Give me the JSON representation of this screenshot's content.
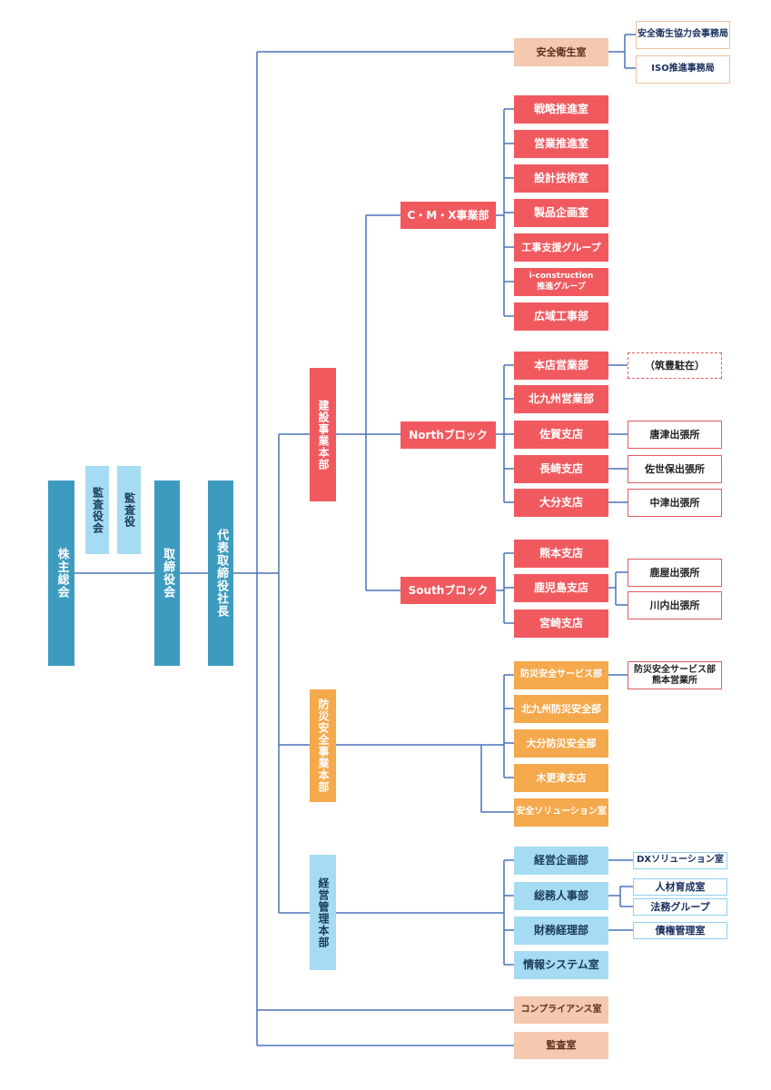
{
  "org": {
    "kabunushi": "株主総会",
    "kansayakukai": "監査役会",
    "kansayaku": "監査役",
    "torishimariyakukai": "取締役会",
    "shacho": "代表取締役社長",
    "anzen_eisei": "安全衛生室",
    "anzen_kyoryoku": "安全衛生協力会事務局",
    "iso": "ISO推進事務局",
    "kensetsu": "建設事業本部",
    "cmx": "C・M・X事業部",
    "cmx_children": [
      "戦略推進室",
      "営業推進室",
      "設計技術室",
      "製品企画室",
      "工事支援グループ",
      "i-construction",
      "推進グループ",
      "広域工事部"
    ],
    "north": "Northブロック",
    "north_children": [
      "本店営業部",
      "北九州営業部",
      "佐賀支店",
      "長崎支店",
      "大分支店"
    ],
    "north_subs": [
      "（筑豊駐在）",
      "唐津出張所",
      "佐世保出張所",
      "中津出張所"
    ],
    "south": "Southブロック",
    "south_children": [
      "熊本支店",
      "鹿児島支店",
      "宮崎支店"
    ],
    "south_subs": [
      "鹿屋出張所",
      "川内出張所"
    ],
    "bousai": "防災安全事業本部",
    "bousai_children": [
      "防災安全サービス部",
      "北九州防災安全部",
      "大分防災安全部",
      "木更津支店",
      "安全ソリューション室"
    ],
    "bousai_sub": [
      "防災安全サービス部",
      "熊本営業所"
    ],
    "keiei": "経営管理本部",
    "keiei_children": [
      "経営企画部",
      "総務人事部",
      "財務経理部",
      "情報システム室"
    ],
    "keiei_subs": [
      "DXソリューション室",
      "人材育成室",
      "法務グループ",
      "債権管理室"
    ],
    "compliance": "コンプライアンス室",
    "kansashitsu": "監査室"
  },
  "colors": {
    "line": "#4a72b8",
    "red": "#f05a5f",
    "orange": "#f5a94d",
    "blue": "#a5dcf3",
    "teal": "#3e9bc0",
    "peach": "#f4c9af"
  }
}
